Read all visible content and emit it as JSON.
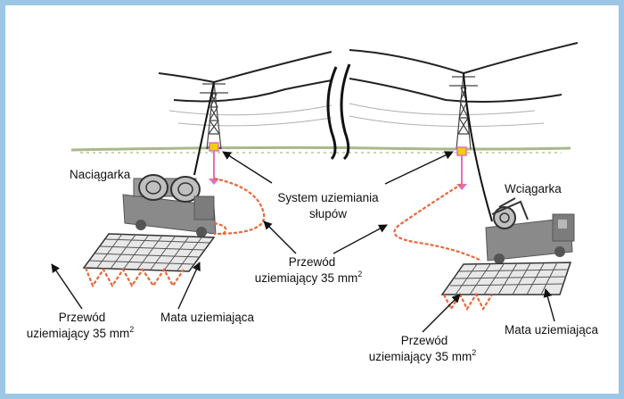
{
  "labels": {
    "tensioner": "Naciągarka",
    "puller": "Wciągarka",
    "tower_grounding_line1": "System uziemiania",
    "tower_grounding_line2": "słupów",
    "grounding_wire_center_line1": "Przewód",
    "grounding_wire_center_line2": "uziemiający 35 mm",
    "grounding_wire_left_line1": "Przewód",
    "grounding_wire_left_line2": "uziemiający 35 mm",
    "grounding_wire_right_line1": "Przewód",
    "grounding_wire_right_line2": "uziemiający 35 mm",
    "grounding_mat_left": "Mata uziemiająca",
    "grounding_mat_right": "Mata uziemiająca",
    "superscript": "2"
  },
  "colors": {
    "border": "#9cc6e6",
    "grounding_wire": "#e8683a",
    "ground_line": "#a8b88a",
    "machine": "#8a8a8a",
    "mat": "#707070",
    "clamp": "#e070c0"
  }
}
